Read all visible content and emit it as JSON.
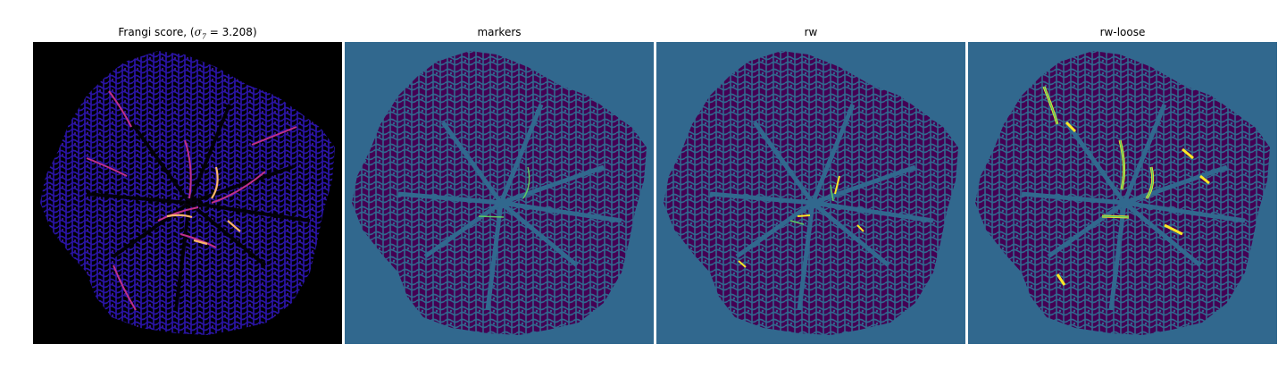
{
  "figure": {
    "panels": [
      {
        "title_prefix": "Frangi score, (",
        "title_sigma": "σ",
        "title_sub": "7",
        "title_suffix": " = 3.208)",
        "colormap": "magma"
      },
      {
        "title": "markers",
        "colormap": "viridis"
      },
      {
        "title": "rw",
        "colormap": "viridis"
      },
      {
        "title": "rw-loose",
        "colormap": "viridis"
      }
    ],
    "colors": {
      "background_black": "#000000",
      "teal_label": "#31688e",
      "purple_label": "#440154",
      "yellow_label": "#fde725",
      "green_outline": "#5ec962",
      "frangi_low": "#1a0f8a",
      "frangi_high": "#fcb46a"
    }
  }
}
